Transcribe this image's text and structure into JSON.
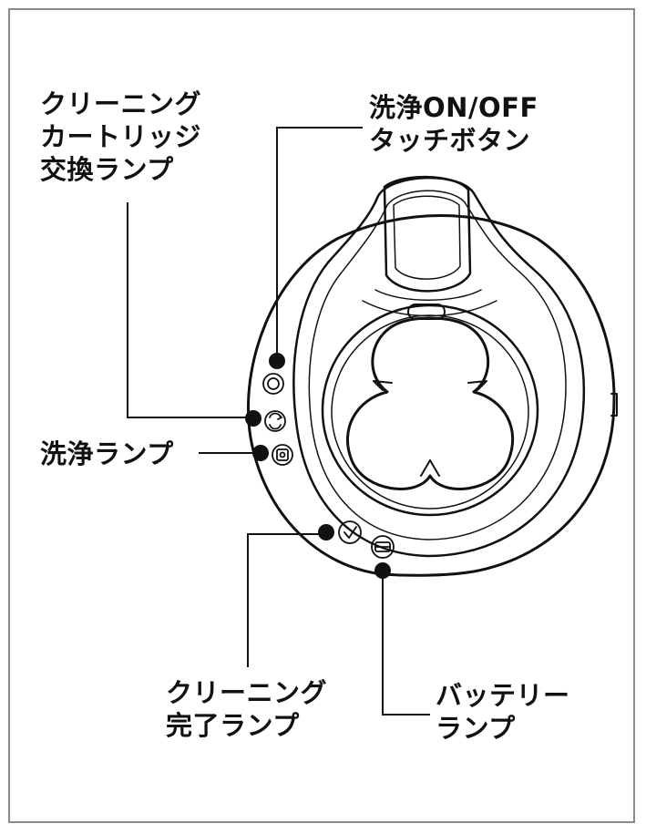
{
  "labels": {
    "cartridge_lamp": {
      "line1": "クリーニング",
      "line2": "カートリッジ",
      "line3": "交換ランプ"
    },
    "touch_button": {
      "line1": "洗浄ON/OFF",
      "line2": "タッチボタン"
    },
    "wash_lamp": {
      "line1": "洗浄ランプ"
    },
    "cleaning_done_lamp": {
      "line1": "クリーニング",
      "line2": "完了ランプ"
    },
    "battery_lamp": {
      "line1": "バッテリー",
      "line2": "ランプ"
    }
  },
  "icons": {
    "power": "power-ring-icon",
    "wash": "wash-cycle-icon",
    "cartridge": "cartridge-square-icon",
    "done": "check-icon",
    "battery": "battery-icon"
  },
  "colors": {
    "ink": "#111111",
    "frame": "#8a8a8a",
    "background": "#ffffff"
  }
}
